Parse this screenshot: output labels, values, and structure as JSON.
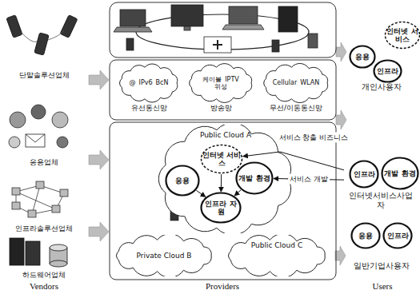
{
  "diagram": {
    "nodes": [
      {
        "text": [
          "@",
          "IPv6",
          "BcN",
          "유선통신망"
        ]
      },
      {
        "text": [
          "케이블",
          "IPTV",
          "위성",
          "방송망"
        ]
      },
      {
        "text": [
          "Cellular",
          "WLAN",
          "무선/이동통신망"
        ]
      },
      {
        "text": [
          "Public Cloud A"
        ]
      },
      {
        "text": [
          "인터넷 서비스"
        ],
        "in": 3
      },
      {
        "text": [
          "응용"
        ],
        "in": 3
      },
      {
        "text": [
          "개발 환경"
        ],
        "in": 3
      },
      {
        "text": [
          "인프라 자원"
        ],
        "in": 3
      },
      {
        "text": [
          "Private Cloud B"
        ]
      },
      {
        "text": [
          "Public Cloud C"
        ]
      },
      {
        "text": [
          "개인사용자"
        ]
      },
      {
        "text": [
          "응용"
        ],
        "in": 10
      },
      {
        "text": [
          "인터넷 서비스"
        ],
        "in": 10
      },
      {
        "text": [
          "인프라"
        ],
        "in": 10
      },
      {
        "text": [
          "인터넷서비스사업자"
        ]
      },
      {
        "text": [
          "인프라"
        ],
        "in": 14
      },
      {
        "text": [
          "개발 환경"
        ],
        "in": 14
      },
      {
        "text": [
          "일반기업사용자"
        ]
      },
      {
        "text": [
          "응용"
        ],
        "in": 17
      },
      {
        "text": [
          "인프라"
        ],
        "in": 17
      }
    ],
    "edges": [
      {
        "from": 4,
        "to": 7,
        "arrow": "to"
      },
      {
        "from": 5,
        "to": 7,
        "arrow": "to"
      },
      {
        "from": 6,
        "to": 7,
        "arrow": "to"
      },
      {
        "from": 14,
        "to": 4,
        "label": "서비스 창출 비즈니스",
        "arrow": "to"
      },
      {
        "from": 14,
        "to": 6,
        "label": "서비스 개발",
        "arrow": "to"
      }
    ],
    "labels": [
      "단말솔루션업체",
      "응용업체",
      "인프라솔루션업체",
      "하드웨어업체",
      "Vendors",
      "Providers",
      "Users"
    ]
  }
}
